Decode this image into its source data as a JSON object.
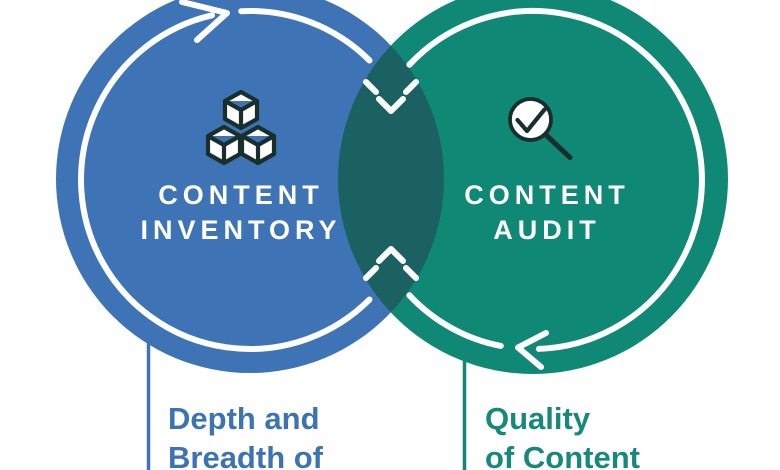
{
  "diagram": {
    "type": "venn-cycle-infographic",
    "left_circle": {
      "title": "CONTENT\nINVENTORY",
      "caption": "Depth and\nBreadth of",
      "fill": "#3E74B5",
      "caption_color": "#3C73B4",
      "icon": "stacked-cubes"
    },
    "right_circle": {
      "title": "CONTENT\nAUDIT",
      "caption": "Quality\nof Content",
      "fill": "#0F8975",
      "caption_color": "#16897A",
      "icon": "magnifying-glass-checkmark"
    },
    "overlap_fill": "#1C6162",
    "cycle_arrow_color": "#FFFFFF",
    "icon_outline_color": "#182F2B"
  }
}
